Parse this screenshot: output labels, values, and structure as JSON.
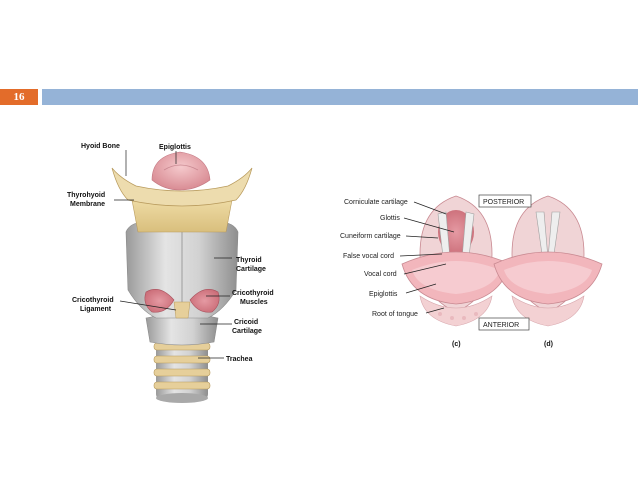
{
  "slide": {
    "number": "16"
  },
  "larynx_labels": {
    "hyoid_bone": "Hyoid Bone",
    "epiglottis": "Epiglottis",
    "thyrohyoid_1": "Thyrohyoid",
    "thyrohyoid_2": "Membrane",
    "thyroid_1": "Thyroid",
    "thyroid_2": "Cartilage",
    "cricothyroid_m_1": "Cricothyroid",
    "cricothyroid_m_2": "Muscles",
    "cricothyroid_l_1": "Cricothyroid",
    "cricothyroid_l_2": "Ligament",
    "cricoid_1": "Cricoid",
    "cricoid_2": "Cartilage",
    "trachea": "Trachea"
  },
  "glottis_labels": {
    "corniculate": "Corniculate cartilage",
    "glottis": "Glottis",
    "cuneiform": "Cuneiform cartilage",
    "false_cord": "False vocal cord",
    "vocal_cord": "Vocal cord",
    "epiglottis": "Epiglottis",
    "root_tongue": "Root of tongue",
    "posterior": "POSTERIOR",
    "anterior": "ANTERIOR",
    "panel_c": "(c)",
    "panel_d": "(d)"
  },
  "colors": {
    "accent_orange": "#e36c2a",
    "header_blue": "#95b3d7",
    "cartilage_gray": "#c9c9c9",
    "bone_tan": "#e8d29a",
    "tissue_pink": "#e8a6ad"
  }
}
